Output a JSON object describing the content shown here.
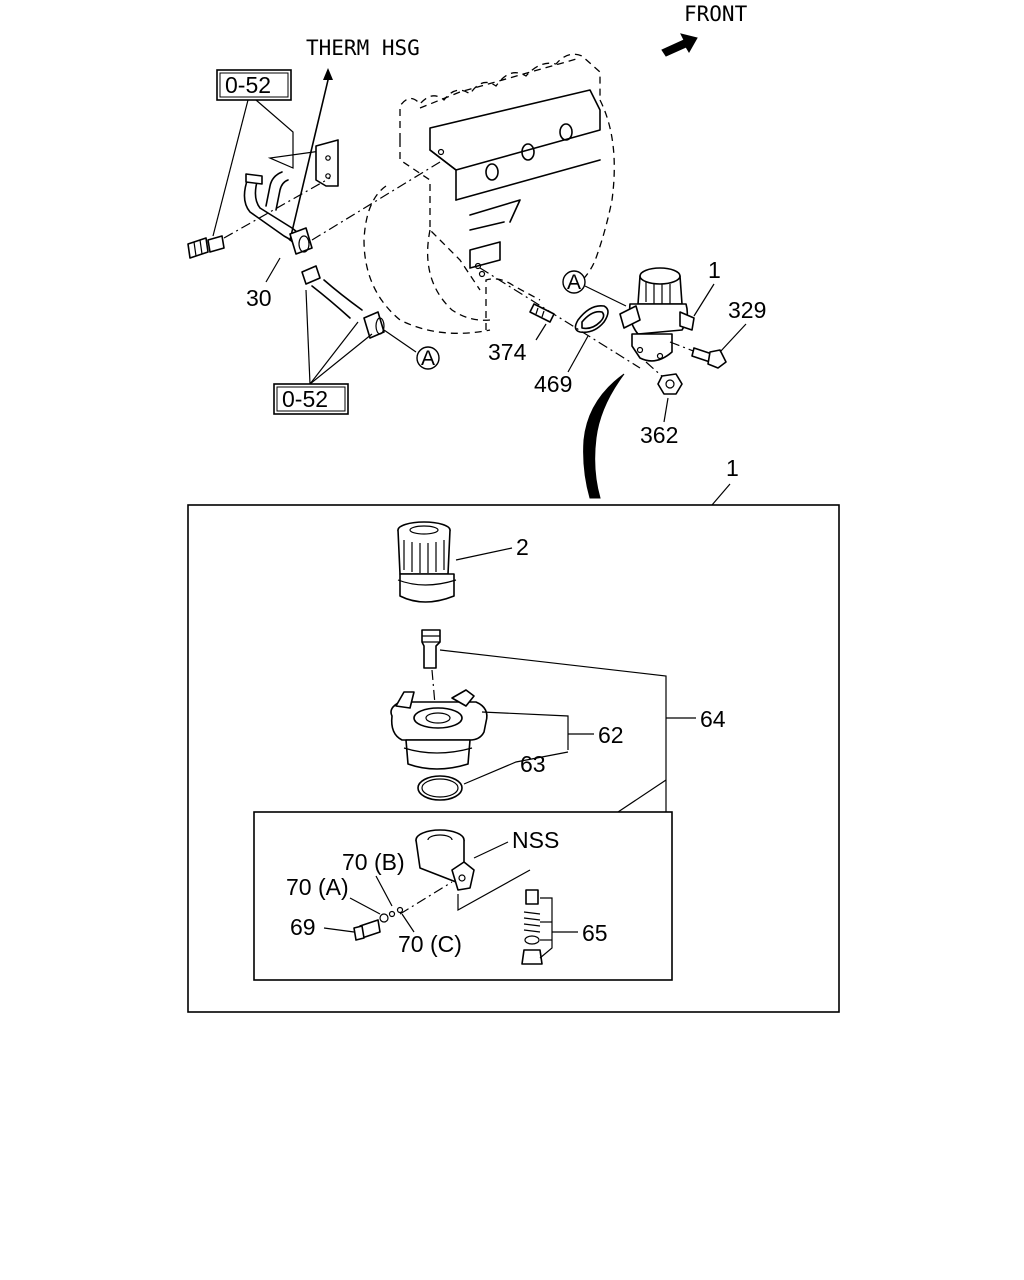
{
  "direction": {
    "front": "FRONT",
    "therm_hsg": "THERM HSG"
  },
  "refs": {
    "ref_top": "0-52",
    "ref_bottom": "0-52"
  },
  "circle_refs": {
    "a_left": "A",
    "a_right": "A"
  },
  "upper_parts": {
    "p30": "30",
    "p374": "374",
    "p469": "469",
    "p1_top": "1",
    "p329": "329",
    "p362": "362"
  },
  "assembly": {
    "p1": "1",
    "p2": "2",
    "p62": "62",
    "p63": "63",
    "p64": "64",
    "nss": "NSS",
    "p70b": "70 (B)",
    "p70a": "70 (A)",
    "p69": "69",
    "p70c": "70 (C)",
    "p65": "65"
  },
  "colors": {
    "line": "#000000",
    "background": "#ffffff"
  }
}
